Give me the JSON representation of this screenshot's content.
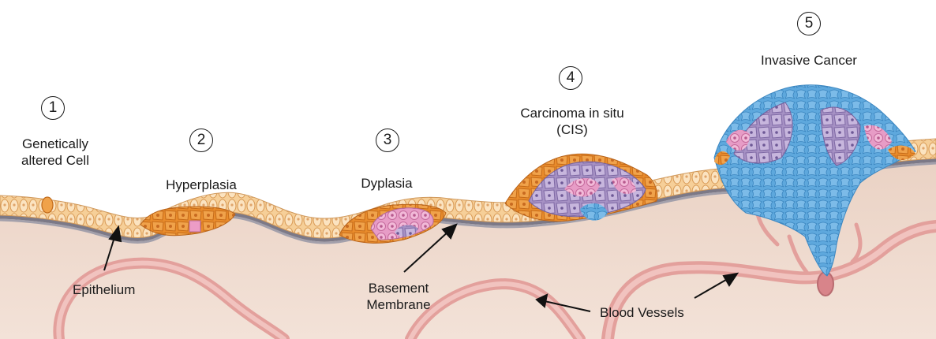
{
  "stages": [
    {
      "number": "1",
      "label_line1": "Genetically",
      "label_line2": "altered Cell"
    },
    {
      "number": "2",
      "label": "Hyperplasia"
    },
    {
      "number": "3",
      "label": "Dyplasia"
    },
    {
      "number": "4",
      "label_line1": "Carcinoma in situ",
      "label_line2": "(CIS)"
    },
    {
      "number": "5",
      "label": "Invasive Cancer"
    }
  ],
  "annotations": {
    "epithelium": "Epithelium",
    "basement_line1": "Basement",
    "basement_line2": "Membrane",
    "blood_vessels": "Blood Vessels"
  },
  "colors": {
    "tissue": "#f0d9cc",
    "normal_cells": "#f4c48a",
    "hyperplasia_cells": "#e98c2c",
    "dysplasia_cells": "#e89cc4",
    "cis_cells": "#b9a2cc",
    "invasive_cells": "#6aaee0",
    "membrane": "#7d7a86",
    "vessels": "#e9a6a3"
  }
}
